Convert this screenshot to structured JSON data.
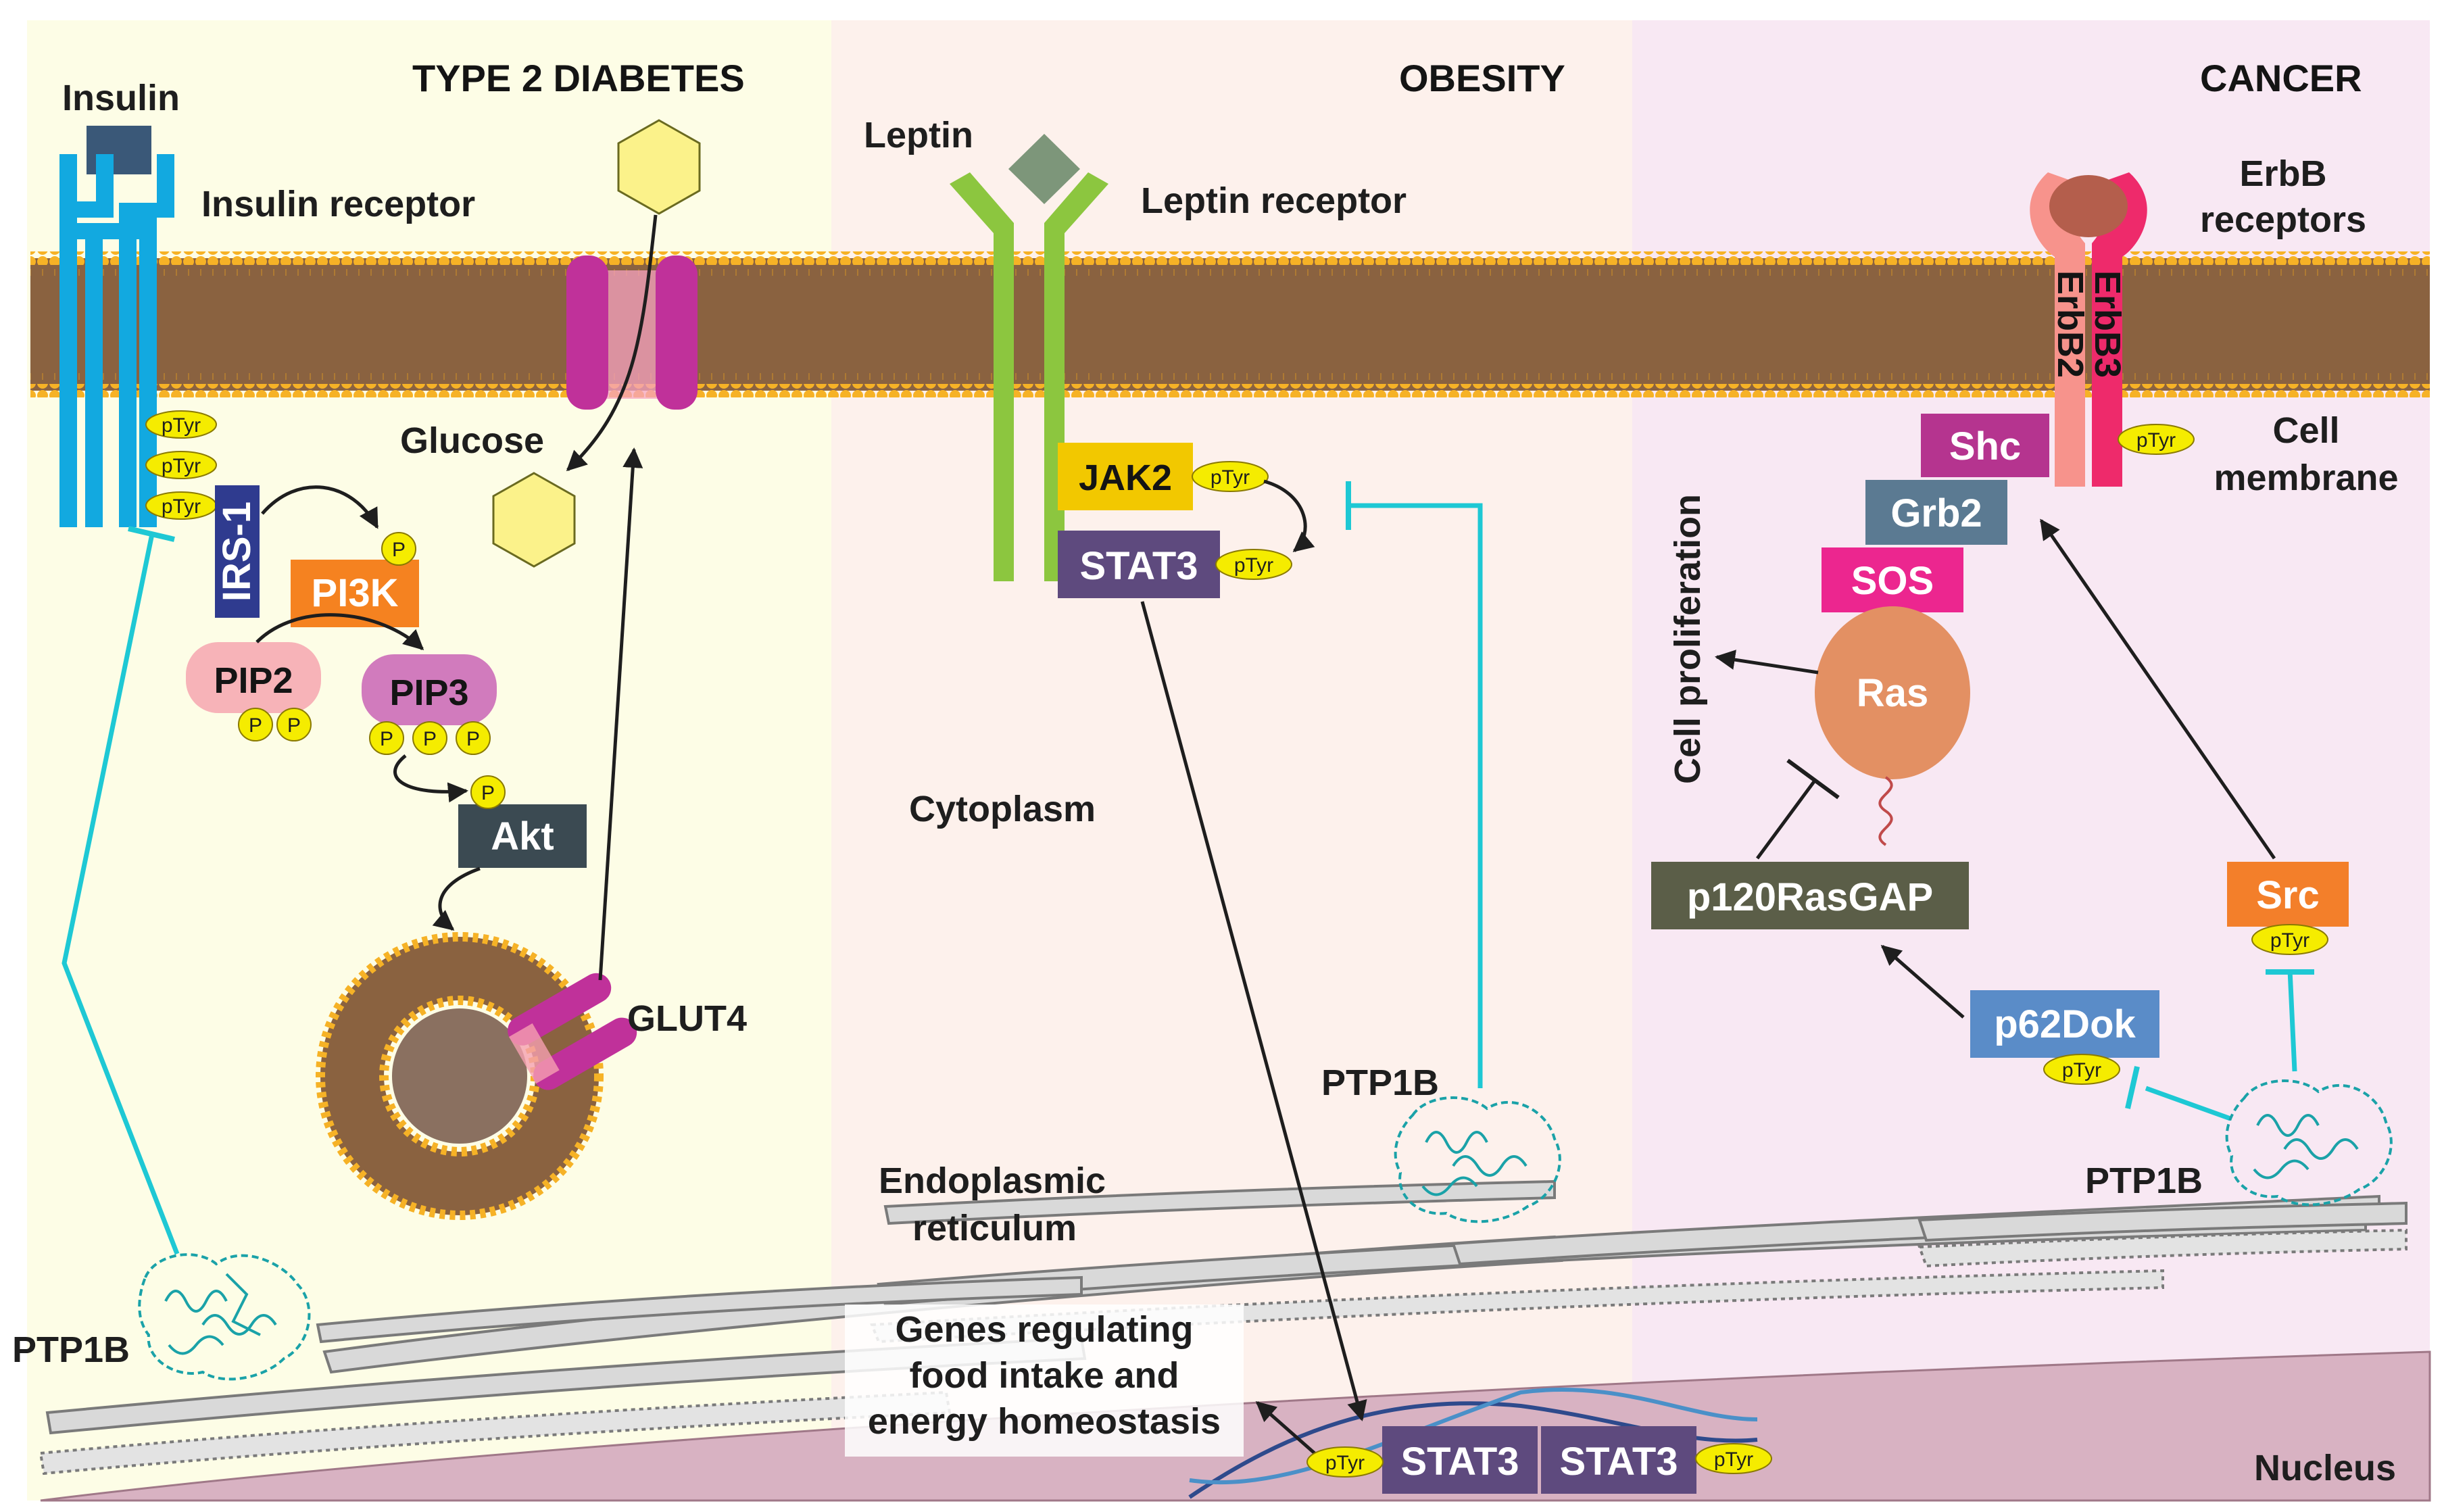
{
  "sections": {
    "diabetes": "TYPE 2 DIABETES",
    "obesity": "OBESITY",
    "cancer": "CANCER"
  },
  "labels": {
    "insulin": "Insulin",
    "insulin_receptor": "Insulin receptor",
    "glucose": "Glucose",
    "glut4": "GLUT4",
    "leptin": "Leptin",
    "leptin_receptor": "Leptin receptor",
    "cytoplasm": "Cytoplasm",
    "er_line1": "Endoplasmic",
    "er_line2": "reticulum",
    "erbb_line1": "ErbB",
    "erbb_line2": "receptors",
    "cell_line1": "Cell",
    "cell_line2": "membrane",
    "cell_proliferation": "Cell proliferation",
    "nucleus": "Nucleus",
    "genes_line1": "Genes regulating",
    "genes_line2": "food intake and",
    "genes_line3": "energy homeostasis",
    "ptp1b": "PTP1B",
    "ptyr": "pTyr",
    "p": "P"
  },
  "proteins": {
    "irs1": "IRS-1",
    "pi3k": "PI3K",
    "pip2": "PIP2",
    "pip3": "PIP3",
    "akt": "Akt",
    "jak2": "JAK2",
    "stat3": "STAT3",
    "erbb2": "ErbB2",
    "erbb3": "ErbB3",
    "shc": "Shc",
    "grb2": "Grb2",
    "sos": "SOS",
    "ras": "Ras",
    "p120rasgap": "p120RasGAP",
    "src": "Src",
    "p62dok": "p62Dok"
  },
  "colors": {
    "diabetes_bg": "#fdfde6",
    "obesity_bg": "#fdf1ec",
    "cancer_bg": "#f8e8f3",
    "membrane": "#8a6240",
    "lipid_head": "#f6b226",
    "insulin_receptor": "#12a9e0",
    "leptin_receptor": "#8cc63f",
    "inhibition": "#1ec8d4",
    "irs1": "#2f3b8f",
    "pi3k": "#f58220",
    "pip2": "#f7b3b8",
    "pip3": "#d17bbd",
    "akt": "#3b4a52",
    "jak2": "#f2c800",
    "stat3": "#5e4a7e",
    "erbb2": "#f7938c",
    "erbb3": "#ee2a6b",
    "shc": "#b5348f",
    "grb2": "#5b7a92",
    "sos": "#ec268f",
    "ras": "#e39063",
    "p120rasgap": "#5b5e48",
    "src": "#f37f2a",
    "p62dok": "#5a8cc8",
    "ptyr_badge": "#f5ec00",
    "nucleus": "#d8b2c2"
  }
}
